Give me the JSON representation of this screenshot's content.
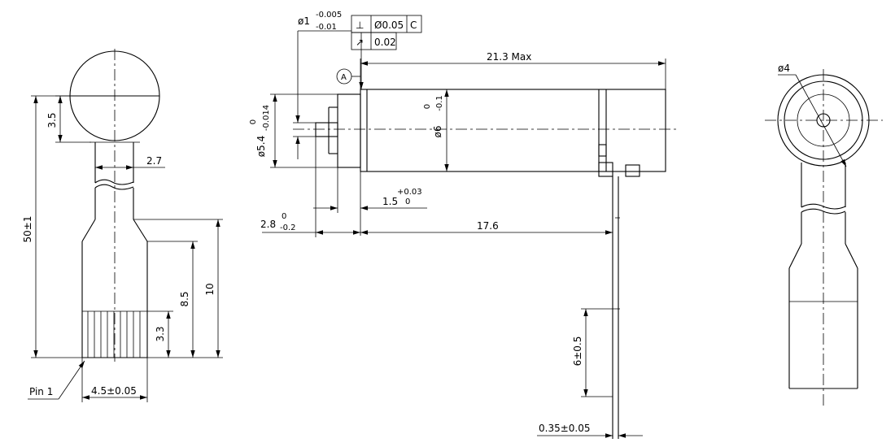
{
  "left_view": {
    "dim_head": "3.5",
    "dim_neck": "2.7",
    "dim_total": "50±1",
    "dim_len10": "10",
    "dim_len85": "8.5",
    "dim_len33": "3.3",
    "dim_width": "4.5±0.05",
    "pin_label": "Pin 1"
  },
  "middle_view": {
    "tol_shaft_dia": "ø1",
    "tol_shaft_upper": "-0.005",
    "tol_shaft_lower": "-0.01",
    "gdt_perp_symbol": "⊥",
    "gdt_perp_value": "Ø0.05",
    "gdt_perp_datum": "C",
    "gdt_runout_symbol": "↗",
    "gdt_runout_value": "0.02",
    "datum_a": "A",
    "dim_overall": "21.3 Max",
    "dim_body_dia": "ø6",
    "dim_body_upper": "0",
    "dim_body_lower": "-0.1",
    "dim_boss_dia": "ø5.4",
    "dim_boss_upper": "0",
    "dim_boss_lower": "-0.014",
    "dim_flange": "1.5",
    "dim_flange_upper": "+0.03",
    "dim_flange_lower": "0",
    "dim_shaft_len": "2.8",
    "dim_shaft_upper": "0",
    "dim_shaft_lower": "-0.2",
    "dim_body_len": "17.6",
    "dim_tab": "6±0.5",
    "dim_thickness": "0.35±0.05"
  },
  "right_view": {
    "dim_dia4": "ø4"
  }
}
